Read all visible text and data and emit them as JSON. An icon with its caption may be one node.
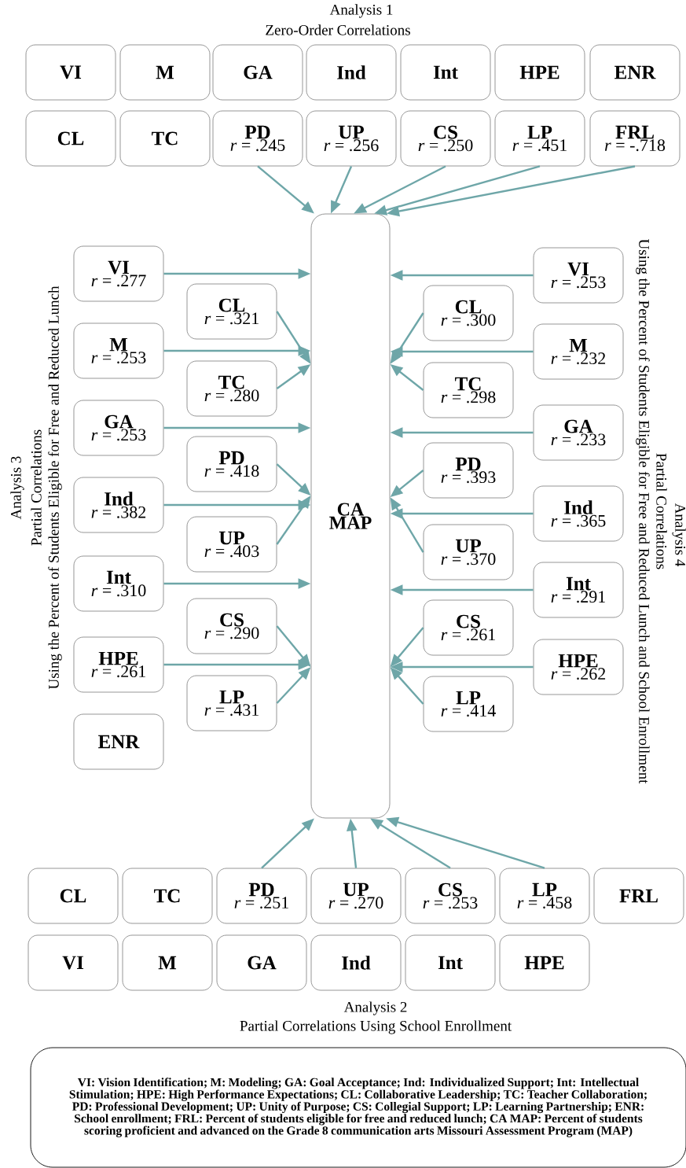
{
  "diagram": {
    "nodes": [
      {
        "text": [
          "VI"
        ]
      },
      {
        "text": [
          "M"
        ]
      },
      {
        "text": [
          "GA"
        ]
      },
      {
        "text": [
          "Ind"
        ]
      },
      {
        "text": [
          "Int"
        ]
      },
      {
        "text": [
          "HPE"
        ]
      },
      {
        "text": [
          "ENR"
        ]
      },
      {
        "text": [
          "CL"
        ]
      },
      {
        "text": [
          "TC"
        ]
      },
      {
        "text": [
          "PD",
          "*r* = .245"
        ]
      },
      {
        "text": [
          "UP",
          "*r* = .256"
        ]
      },
      {
        "text": [
          "CS",
          "*r* = .250"
        ]
      },
      {
        "text": [
          "LP",
          "*r* = .451"
        ]
      },
      {
        "text": [
          "FRL",
          "*r* = -.718"
        ]
      },
      {
        "text": [
          "CA MAP"
        ]
      },
      {
        "text": [
          "VI",
          "*r* = .277"
        ]
      },
      {
        "text": [
          "CL",
          "*r* = .321"
        ]
      },
      {
        "text": [
          "M",
          "*r* = .253"
        ]
      },
      {
        "text": [
          "TC",
          "*r* = .280"
        ]
      },
      {
        "text": [
          "GA",
          "*r* = .253"
        ]
      },
      {
        "text": [
          "PD",
          "*r* = .418"
        ]
      },
      {
        "text": [
          "Ind",
          "*r* = .382"
        ]
      },
      {
        "text": [
          "UP",
          "*r* = .403"
        ]
      },
      {
        "text": [
          "Int",
          "*r* = .310"
        ]
      },
      {
        "text": [
          "CS",
          "*r* = .290"
        ]
      },
      {
        "text": [
          "HPE",
          "*r* = .261"
        ]
      },
      {
        "text": [
          "LP",
          "*r* = .431"
        ]
      },
      {
        "text": [
          "ENR"
        ]
      },
      {
        "text": [
          "VI",
          "*r* = .253"
        ]
      },
      {
        "text": [
          "CL",
          "*r* = .300"
        ]
      },
      {
        "text": [
          "M",
          "*r* = .232"
        ]
      },
      {
        "text": [
          "TC",
          "*r* = .298"
        ]
      },
      {
        "text": [
          "GA",
          "*r* = .233"
        ]
      },
      {
        "text": [
          "PD",
          "*r* = .393"
        ]
      },
      {
        "text": [
          "Ind",
          "*r* = .365"
        ]
      },
      {
        "text": [
          "UP",
          "*r* = .370"
        ]
      },
      {
        "text": [
          "Int",
          "*r* = .291"
        ]
      },
      {
        "text": [
          "CS",
          "*r* = .261"
        ]
      },
      {
        "text": [
          "HPE",
          "*r* = .262"
        ]
      },
      {
        "text": [
          "LP",
          "*r* = .414"
        ]
      },
      {
        "text": [
          "CL"
        ]
      },
      {
        "text": [
          "TC"
        ]
      },
      {
        "text": [
          "PD",
          "*r* = .251"
        ]
      },
      {
        "text": [
          "UP",
          "*r* = .270"
        ]
      },
      {
        "text": [
          "CS",
          "*r* = .253"
        ]
      },
      {
        "text": [
          "LP",
          "*r* = .458"
        ]
      },
      {
        "text": [
          "FRL"
        ]
      },
      {
        "text": [
          "VI"
        ]
      },
      {
        "text": [
          "M"
        ]
      },
      {
        "text": [
          "GA"
        ]
      },
      {
        "text": [
          "Ind"
        ]
      },
      {
        "text": [
          "Int"
        ]
      },
      {
        "text": [
          "HPE"
        ]
      },
      {
        "text": [
          "VI: Vision Identification; M: Modeling; GA: Goal Acceptance; Ind: Individualized Support; Int: Intellectual Stimulation; HPE: High Performance Expectations; CL: Collaborative Leadership; TC: Teacher Collaboration; PD: Professional Development; UP: Unity of Purpose; CS: Collegial Support; LP: Learning Partnership; ENR: School enrollment; FRL: Percent of students eligible for free and reduced lunch; CA MAP: Percent of students scoring proficient and advanced on the Grade 8 communication arts Missouri Assessment Program (MAP)"
        ]
      }
    ],
    "edges": [
      {
        "from": 9,
        "to": 14,
        "arrow": "to"
      },
      {
        "from": 10,
        "to": 14,
        "arrow": "to"
      },
      {
        "from": 11,
        "to": 14,
        "arrow": "to"
      },
      {
        "from": 12,
        "to": 14,
        "arrow": "to"
      },
      {
        "from": 13,
        "to": 14,
        "arrow": "to"
      },
      {
        "from": 15,
        "to": 14,
        "arrow": "to"
      },
      {
        "from": 16,
        "to": 14,
        "arrow": "to"
      },
      {
        "from": 17,
        "to": 14,
        "arrow": "to"
      },
      {
        "from": 18,
        "to": 14,
        "arrow": "to"
      },
      {
        "from": 19,
        "to": 14,
        "arrow": "to"
      },
      {
        "from": 20,
        "to": 14,
        "arrow": "to"
      },
      {
        "from": 21,
        "to": 14,
        "arrow": "to"
      },
      {
        "from": 22,
        "to": 14,
        "arrow": "to"
      },
      {
        "from": 23,
        "to": 14,
        "arrow": "to"
      },
      {
        "from": 24,
        "to": 14,
        "arrow": "to"
      },
      {
        "from": 25,
        "to": 14,
        "arrow": "to"
      },
      {
        "from": 26,
        "to": 14,
        "arrow": "to"
      },
      {
        "from": 28,
        "to": 14,
        "arrow": "to"
      },
      {
        "from": 29,
        "to": 14,
        "arrow": "to"
      },
      {
        "from": 30,
        "to": 14,
        "arrow": "to"
      },
      {
        "from": 31,
        "to": 14,
        "arrow": "to"
      },
      {
        "from": 32,
        "to": 14,
        "arrow": "to"
      },
      {
        "from": 33,
        "to": 14,
        "arrow": "to"
      },
      {
        "from": 34,
        "to": 14,
        "arrow": "to"
      },
      {
        "from": 35,
        "to": 14,
        "arrow": "to"
      },
      {
        "from": 36,
        "to": 14,
        "arrow": "to"
      },
      {
        "from": 37,
        "to": 14,
        "arrow": "to"
      },
      {
        "from": 38,
        "to": 14,
        "arrow": "to"
      },
      {
        "from": 39,
        "to": 14,
        "arrow": "to"
      },
      {
        "from": 42,
        "to": 14,
        "arrow": "to"
      },
      {
        "from": 43,
        "to": 14,
        "arrow": "to"
      },
      {
        "from": 44,
        "to": 14,
        "arrow": "to"
      },
      {
        "from": 45,
        "to": 14,
        "arrow": "to"
      }
    ],
    "labels": [
      "Analysis 1",
      "Zero-Order Correlations",
      "Analysis 3",
      "Partial Correlations",
      "Using the Percent of Students Eligible for Free and Reduced Lunch",
      "Analysis 4",
      "Partial Correlations",
      "Using the Percent of Students Eligible for Free and Reduced Lunch and School Enrollment",
      "Analysis 2",
      "Partial Correlations Using School Enrollment"
    ]
  }
}
